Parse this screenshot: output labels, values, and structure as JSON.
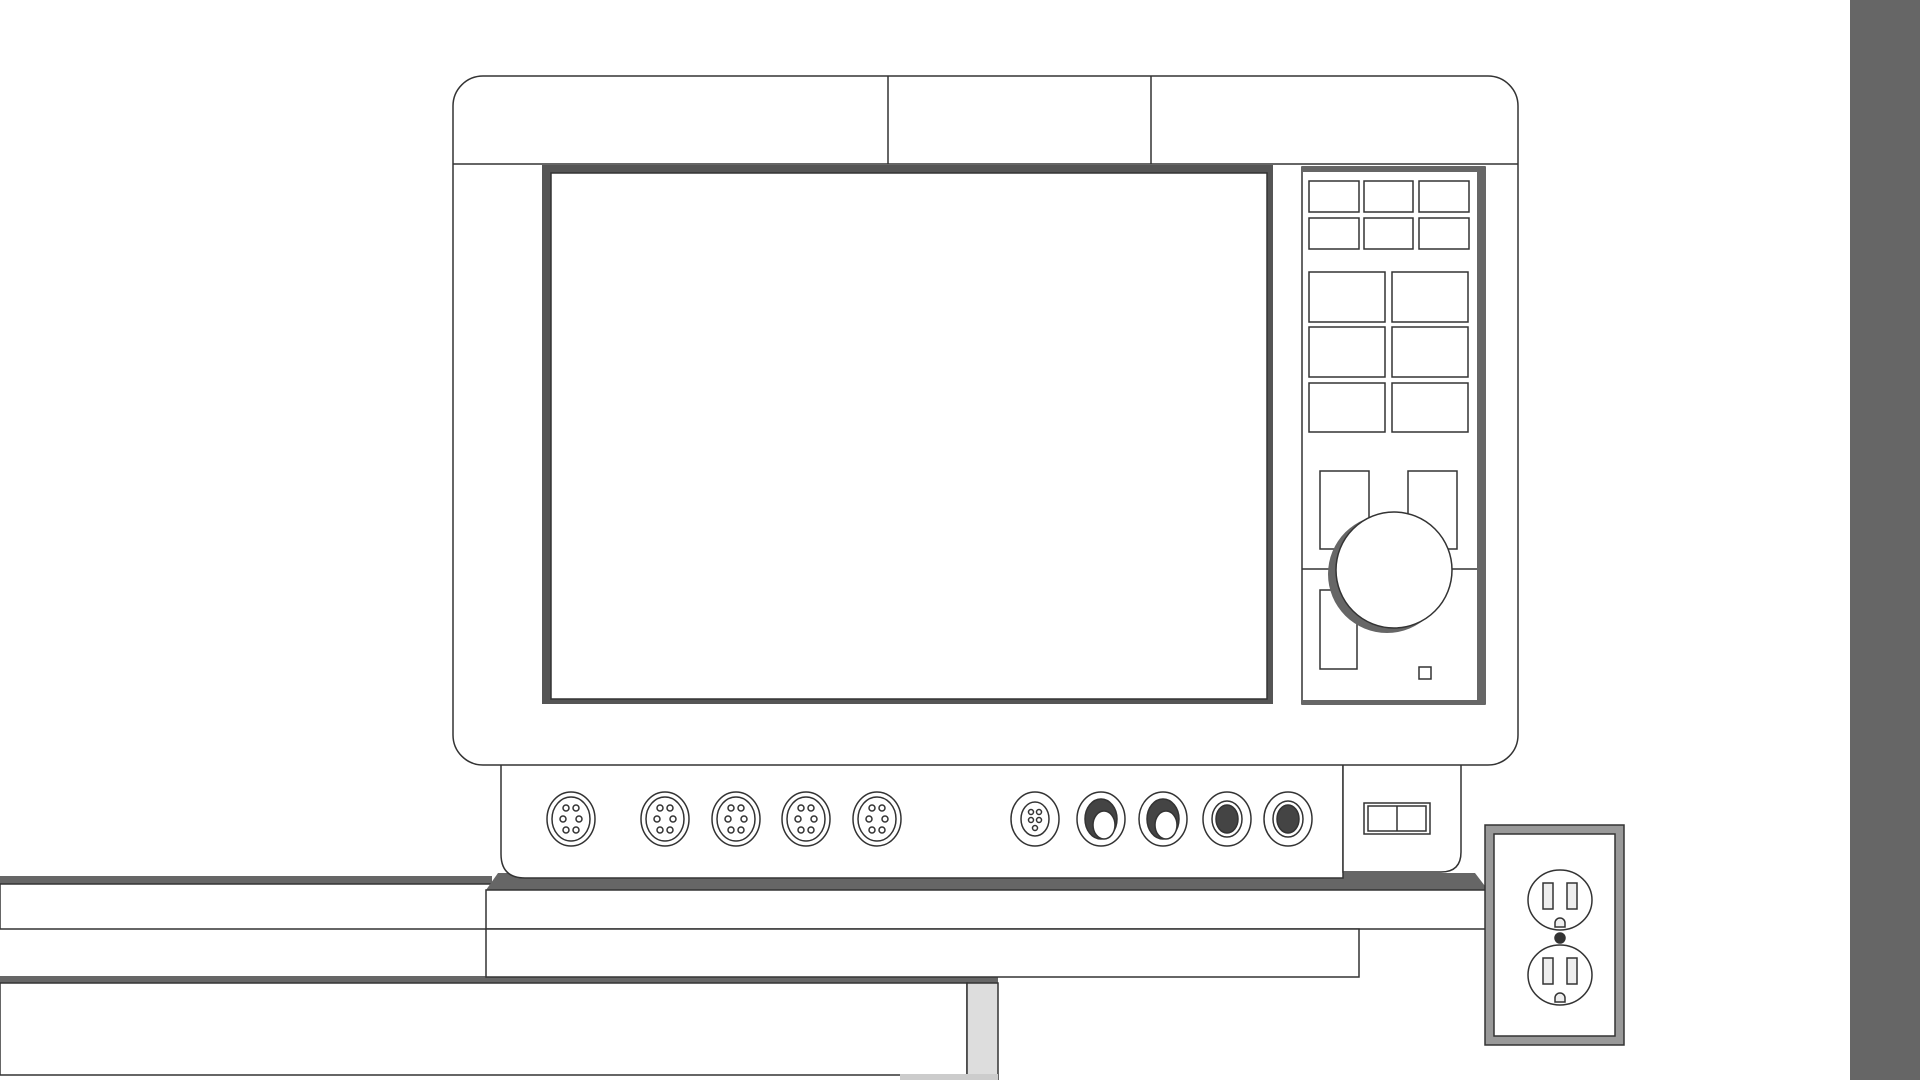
{
  "scene": {
    "subject": "patient-monitor-on-shelf",
    "colors": {
      "background": "#ffffff",
      "line": "#333333",
      "shadow": "#666666",
      "side_bar": "#666666"
    }
  },
  "monitor": {
    "screen": {
      "content": ""
    },
    "keypad": {
      "small_keys": 6,
      "large_keys": 6
    },
    "front_connectors": {
      "multi_pin": 6,
      "round_jacks": 4
    },
    "power_switch": {
      "state": "off"
    }
  },
  "wall_outlet": {
    "receptacles": 2
  }
}
